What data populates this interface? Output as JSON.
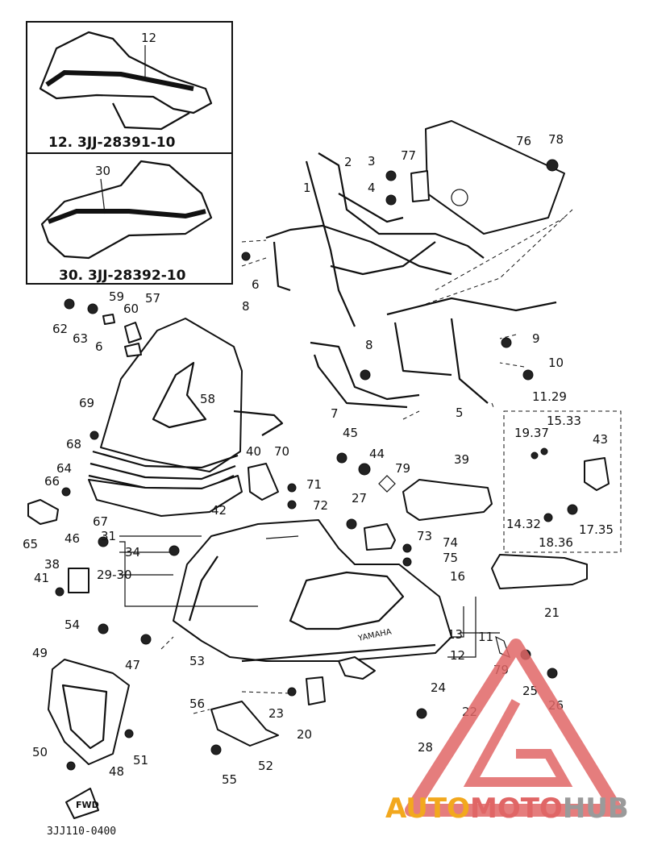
{
  "insets": [
    {
      "caption": "12. 3JJ-28391-10",
      "label": "12"
    },
    {
      "caption": "30. 3JJ-28392-10",
      "label": "30"
    }
  ],
  "diagram_code": "3JJ110-0400",
  "fwd_label": "FWD",
  "brand_stamp": "YAMAHA",
  "watermark": {
    "part1": "AUTO",
    "part2": "MOTO",
    "part3": "HUB",
    "color_a": "#f2a81e",
    "color_b": "#e06666",
    "color_c": "#9a9a9a"
  },
  "callouts": [
    "1",
    "2",
    "3",
    "4",
    "5",
    "6",
    "7",
    "8",
    "9",
    "10",
    "11.29",
    "15.33",
    "19.37",
    "43",
    "13",
    "12",
    "11",
    "16",
    "21",
    "14.32",
    "18.36",
    "17.35",
    "76",
    "77",
    "78",
    "57",
    "58",
    "59",
    "60",
    "62",
    "63",
    "6",
    "69",
    "68",
    "64",
    "66",
    "65",
    "67",
    "40",
    "70",
    "71",
    "72",
    "42",
    "45",
    "44",
    "79",
    "39",
    "27",
    "73",
    "74",
    "75",
    "46",
    "31",
    "34",
    "29-30",
    "38",
    "41",
    "54",
    "49",
    "47",
    "53",
    "56",
    "23",
    "20",
    "24",
    "22",
    "79",
    "25",
    "26",
    "28",
    "52",
    "55",
    "48",
    "51",
    "50",
    "8"
  ]
}
